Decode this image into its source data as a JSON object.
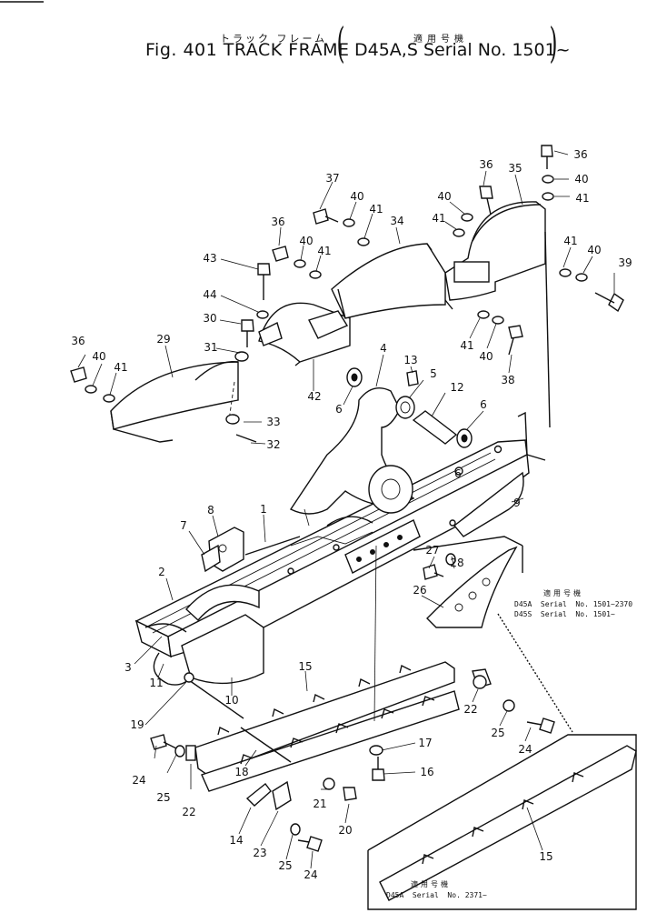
{
  "header": {
    "fig_title": "Fig. 401  TRACK FRAME",
    "title_jp": "トラック フレーム",
    "serial_jp": "適用号機",
    "serial": "D45A,S Serial No. 1501~"
  },
  "notes": {
    "upper_heading_jp": "適用号機",
    "upper_line1": "D45A  Serial  No. 1501~2370",
    "upper_line2": "D45S  Serial  No. 1501~",
    "lower_heading_jp": "適用号機",
    "lower_line1": "D45A  Serial  No. 2371~"
  },
  "callouts": [
    "36",
    "40",
    "41",
    "29",
    "31",
    "33",
    "32",
    "30",
    "44",
    "43",
    "36",
    "40",
    "41",
    "42",
    "34",
    "37",
    "40",
    "41",
    "36",
    "40",
    "41",
    "35",
    "36",
    "40",
    "41",
    "41",
    "40",
    "39",
    "41",
    "40",
    "38",
    "4",
    "13",
    "5",
    "12",
    "6",
    "6",
    "6",
    "1",
    "9",
    "8",
    "7",
    "2",
    "3",
    "11",
    "10",
    "27",
    "28",
    "26",
    "15",
    "19",
    "24",
    "25",
    "22",
    "18",
    "17",
    "16",
    "22",
    "25",
    "24",
    "21",
    "20",
    "14",
    "23",
    "25",
    "24",
    "15"
  ]
}
